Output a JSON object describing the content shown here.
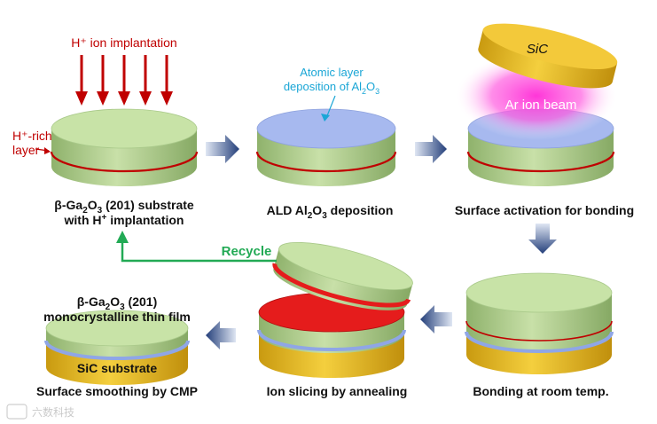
{
  "colors": {
    "disk_green": "#c9e2a6",
    "disk_side_green": "#9bbf7a",
    "al2o3_blue": "#9fb4ee",
    "sic_gold": "#e0b21f",
    "slice_red": "#e01b1b",
    "arrow_red": "#c00000",
    "recycle_green": "#22aa55",
    "process_arrow_blue": "#2b4580"
  },
  "labels": {
    "h_implant": "H⁺ ion implantation",
    "h_rich_1": "H⁺-rich",
    "h_rich_2": "layer",
    "ald_1": "Atomic layer",
    "ald_2_pre": "deposition of Al",
    "ald_2_sub1": "2",
    "ald_2_mid": "O",
    "ald_2_sub2": "3",
    "sic_top": "SiC",
    "ar_beam": "Ar ion beam",
    "recycle": "Recycle",
    "film_1_pre": "β-Ga",
    "film_1_sub1": "2",
    "film_1_mid": "O",
    "film_1_sub2": "3",
    "film_1_post": " (201)",
    "film_2": "monocrystalline thin film",
    "sic_substrate": "SiC substrate",
    "watermark": "六数科技"
  },
  "steps": {
    "s1_line1_pre": "β-Ga",
    "s1_line1_sub1": "2",
    "s1_line1_mid": "O",
    "s1_line1_sub2": "3",
    "s1_line1_post": " (201) substrate",
    "s1_line2_pre": "with H",
    "s1_line2_sup": "+",
    "s1_line2_post": " implantation",
    "s2_pre": "ALD Al",
    "s2_sub1": "2",
    "s2_mid": "O",
    "s2_sub2": "3",
    "s2_post": " deposition",
    "s3": "Surface activation for bonding",
    "s4": "Bonding at room temp.",
    "s5": "Ion slicing by annealing",
    "s6": "Surface smoothing by CMP"
  }
}
